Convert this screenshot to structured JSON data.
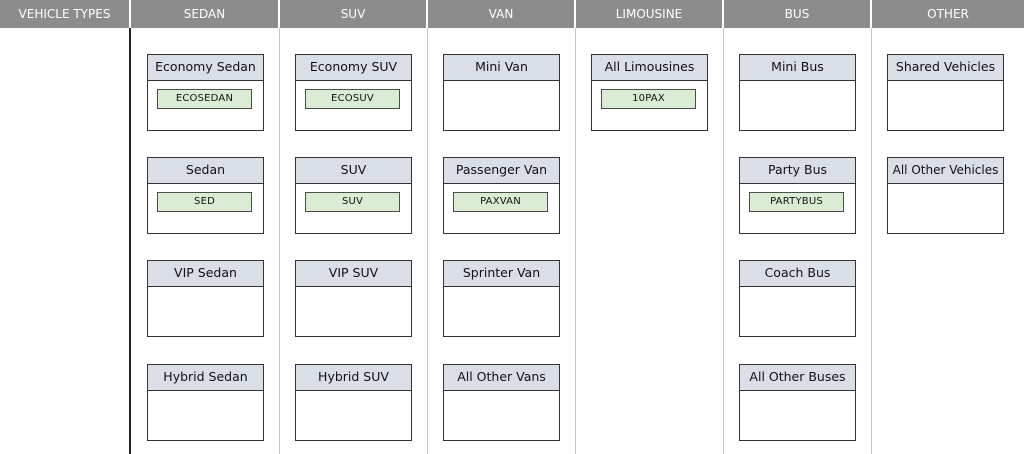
{
  "columns": [
    {
      "label": "VEHICLE TYPES"
    },
    {
      "label": "SEDAN"
    },
    {
      "label": "SUV"
    },
    {
      "label": "VAN"
    },
    {
      "label": "LIMOUSINE"
    },
    {
      "label": "BUS"
    },
    {
      "label": "OTHER"
    }
  ],
  "sedan": [
    {
      "title": "Economy Sedan",
      "tag": "ECOSEDAN"
    },
    {
      "title": "Sedan",
      "tag": "SED"
    },
    {
      "title": "VIP Sedan"
    },
    {
      "title": "Hybrid Sedan"
    }
  ],
  "suv": [
    {
      "title": "Economy SUV",
      "tag": "ECOSUV"
    },
    {
      "title": "SUV",
      "tag": "SUV"
    },
    {
      "title": "VIP SUV"
    },
    {
      "title": "Hybrid SUV"
    }
  ],
  "van": [
    {
      "title": "Mini Van"
    },
    {
      "title": "Passenger Van",
      "tag": "PAXVAN"
    },
    {
      "title": "Sprinter Van"
    },
    {
      "title": "All Other Vans"
    }
  ],
  "limousine": [
    {
      "title": "All Limousines",
      "tag": "10PAX"
    }
  ],
  "bus": [
    {
      "title": "Mini Bus"
    },
    {
      "title": "Party Bus",
      "tag": "PARTYBUS"
    },
    {
      "title": "Coach Bus"
    },
    {
      "title": "All Other Buses"
    }
  ],
  "other": [
    {
      "title": "Shared Vehicles"
    },
    {
      "title": "All Other Vehicles"
    }
  ]
}
